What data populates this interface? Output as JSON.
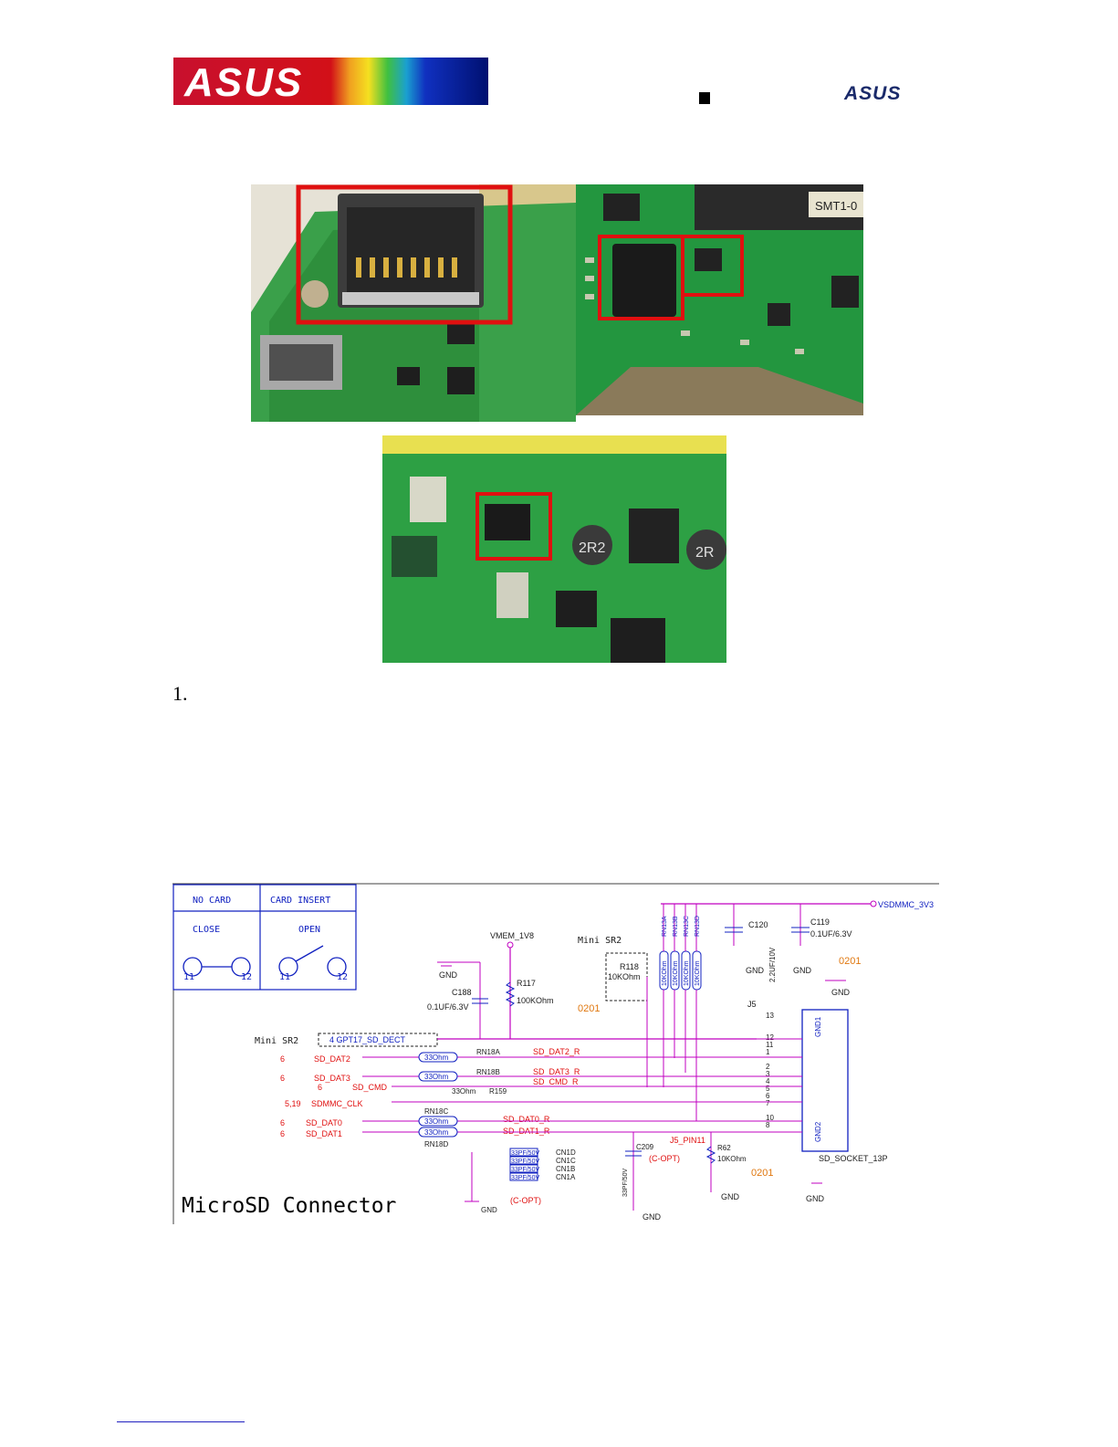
{
  "header": {
    "brand_large": "ASUS",
    "brand_small": "ASUS"
  },
  "photos": {
    "right_label": "SMT1-0",
    "bottom_label_1": "2R2",
    "bottom_label_2": "2R"
  },
  "list": {
    "item1_number": "1."
  },
  "schematic": {
    "title": "MicroSD Connector",
    "table": {
      "col1_header": "NO CARD",
      "col2_header": "CARD INSERT",
      "col1_state": "CLOSE",
      "col2_state": "OPEN",
      "pin_a": "11",
      "pin_b": "12"
    },
    "power_rail": "VSDMMC_3V3",
    "vmem": "VMEM_1V8",
    "mini_sr2_a": "Mini SR2",
    "mini_sr2_b": "Mini SR2",
    "gpio_net": "4  GPT17_SD_DECT",
    "nets": {
      "dat2": "SD_DAT2",
      "dat3": "SD_DAT3",
      "cmd": "SD_CMD",
      "clk": "SDMMC_CLK",
      "dat0": "SD_DAT0",
      "dat1": "SD_DAT1",
      "dat2_r": "SD_DAT2_R",
      "dat3_r": "SD_DAT3_R",
      "cmd_r": "SD_CMD_R",
      "dat0_r": "SD_DAT0_R",
      "dat1_r": "SD_DAT1_R",
      "j5_pin11": "J5_PIN11"
    },
    "sheet_refs": {
      "dat2": "6",
      "dat3": "6",
      "cmd": "6",
      "clk": "5,19",
      "dat0": "6",
      "dat1": "6"
    },
    "components": {
      "r117": "R117",
      "r117_val": "100KOhm",
      "c188": "C188",
      "c188_val": "0.1UF/6.3V",
      "r118": "R118",
      "r118_val": "10KOhm",
      "c120": "C120",
      "c120_val": "2.2UF/10V",
      "c119": "C119",
      "c119_val": "0.1UF/6.3V",
      "rn18a": "RN18A",
      "rn18b": "RN18B",
      "rn18c": "RN18C",
      "rn18d": "RN18D",
      "r159": "R159",
      "r159_val": "33Ohm",
      "rn_val": "33Ohm",
      "rn13": [
        "RN13A",
        "RN13B",
        "RN13C",
        "RN13D"
      ],
      "rn13_val": "10KOhm",
      "c209": "C209",
      "c209_val": "33PF/50V",
      "c_opt": "(C-OPT)",
      "cn_val": "33PF/50V",
      "cn": [
        "CN1D",
        "CN1C",
        "CN1B",
        "CN1A"
      ],
      "r62": "R62",
      "r62_val": "10KOhm",
      "j5": "J5",
      "socket": "SD_SOCKET_13P",
      "gnd1": "GND1",
      "gnd2": "GND2"
    },
    "pkg_0201": "0201",
    "gnd": "GND"
  }
}
